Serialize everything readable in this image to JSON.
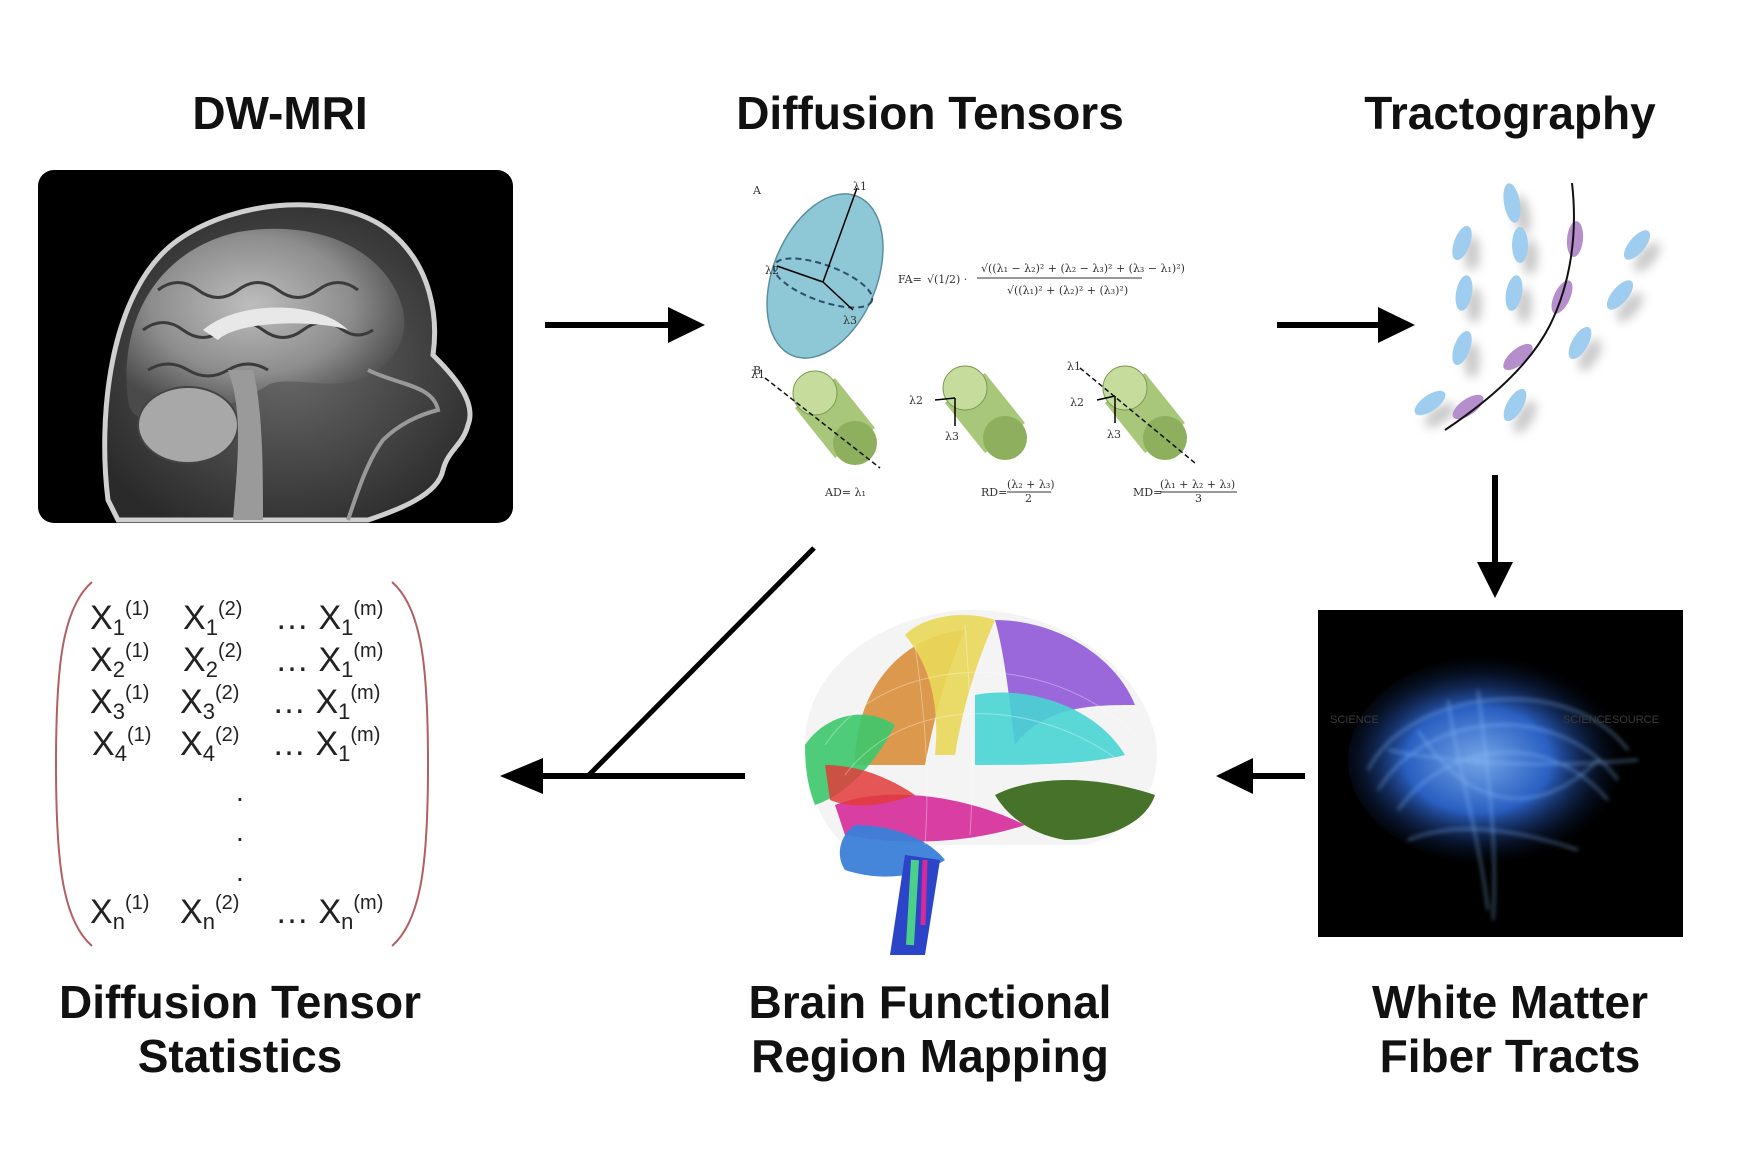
{
  "titles": {
    "dw_mri": "DW-MRI",
    "diffusion_tensors": "Diffusion Tensors",
    "tractography": "Tractography",
    "statistics_line1": "Diffusion Tensor",
    "statistics_line2": "Statistics",
    "mapping_line1": "Brain Functional",
    "mapping_line2": "Region Mapping",
    "fiber_line1": "White Matter",
    "fiber_line2": "Fiber Tracts"
  },
  "tensor_figure": {
    "panel_a": "A",
    "panel_b": "B",
    "lambda1": "λ1",
    "lambda2": "λ2",
    "lambda3": "λ3",
    "fa_label": "FA=",
    "fa_numerator": "√((λ₁ − λ₂)² + (λ₂ − λ₃)² + (λ₃ − λ₁)²)",
    "fa_denominator": "√((λ₁)² + (λ₂)² + (λ₃)²)",
    "fa_half": "√(1/2) ·",
    "ad_label": "AD= λ₁",
    "rd_label": "RD=",
    "rd_num": "(λ₂ + λ₃)",
    "rd_den": "2",
    "md_label": "MD=",
    "md_num": "(λ₁ + λ₂ + λ₃)",
    "md_den": "3"
  },
  "fiber_watermark": {
    "left": "SCIENCE",
    "right": "SCIENCESOURCE"
  },
  "matrix": {
    "rows": [
      {
        "c1": [
          "X",
          "1",
          "(1)"
        ],
        "c2": [
          "X",
          "1",
          "(2)"
        ],
        "c3": [
          "… X",
          "1",
          "(m)"
        ]
      },
      {
        "c1": [
          "X",
          "2",
          "(1)"
        ],
        "c2": [
          "X",
          "2",
          "(2)"
        ],
        "c3": [
          "… X",
          "1",
          "(m)"
        ]
      },
      {
        "c1": [
          "X",
          "3",
          "(1)"
        ],
        "c2": [
          "X",
          "3",
          "(2)"
        ],
        "c3": [
          "… X",
          "1",
          "(m)"
        ]
      },
      {
        "c1": [
          "X",
          "4",
          "(1)"
        ],
        "c2": [
          "X",
          "4",
          "(2)"
        ],
        "c3": [
          "… X",
          "1",
          "(m)"
        ]
      }
    ],
    "last_row": {
      "c1": [
        "X",
        "n",
        "(1)"
      ],
      "c2": [
        "X",
        "n",
        "(2)"
      ],
      "c3": [
        "… X",
        "n",
        "(m)"
      ]
    },
    "dots": [
      ".",
      ".",
      "."
    ]
  },
  "colors": {
    "arrow": "#000000",
    "matrix_bracket": "#b06060",
    "tensor_blue": "#8ec7d6",
    "cylinder_green": "#a9c77a",
    "fiber_blue": "#3a7be0"
  }
}
